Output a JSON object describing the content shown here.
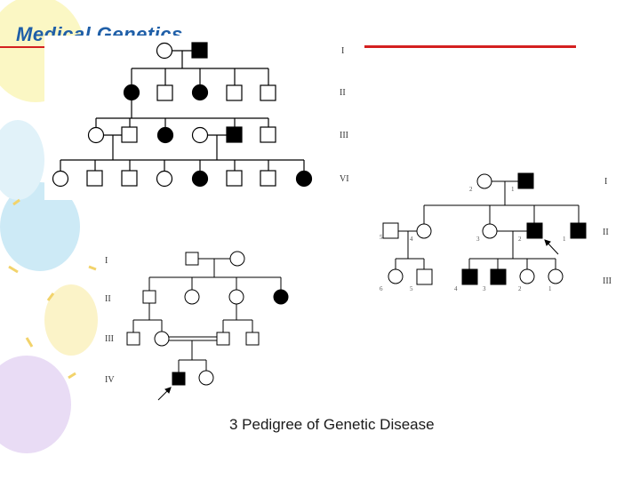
{
  "slide": {
    "title": "Medical Genetics",
    "caption": "3 Pedigree of Genetic Disease"
  },
  "pedigree_1": {
    "generation_labels": [
      "I",
      "II",
      "III",
      "VI"
    ]
  },
  "pedigree_2": {
    "generation_labels": [
      "I",
      "II",
      "III"
    ],
    "individual_labels": [
      "2",
      "1",
      "5",
      "4",
      "3",
      "2",
      "1",
      "6",
      "5",
      "4",
      "3",
      "2",
      "1"
    ]
  },
  "pedigree_3": {
    "generation_labels": [
      "I",
      "II",
      "III",
      "IV"
    ]
  },
  "colors": {
    "title": "#1f5fa8",
    "accent_line": "#d42020",
    "affected": "#000000"
  }
}
